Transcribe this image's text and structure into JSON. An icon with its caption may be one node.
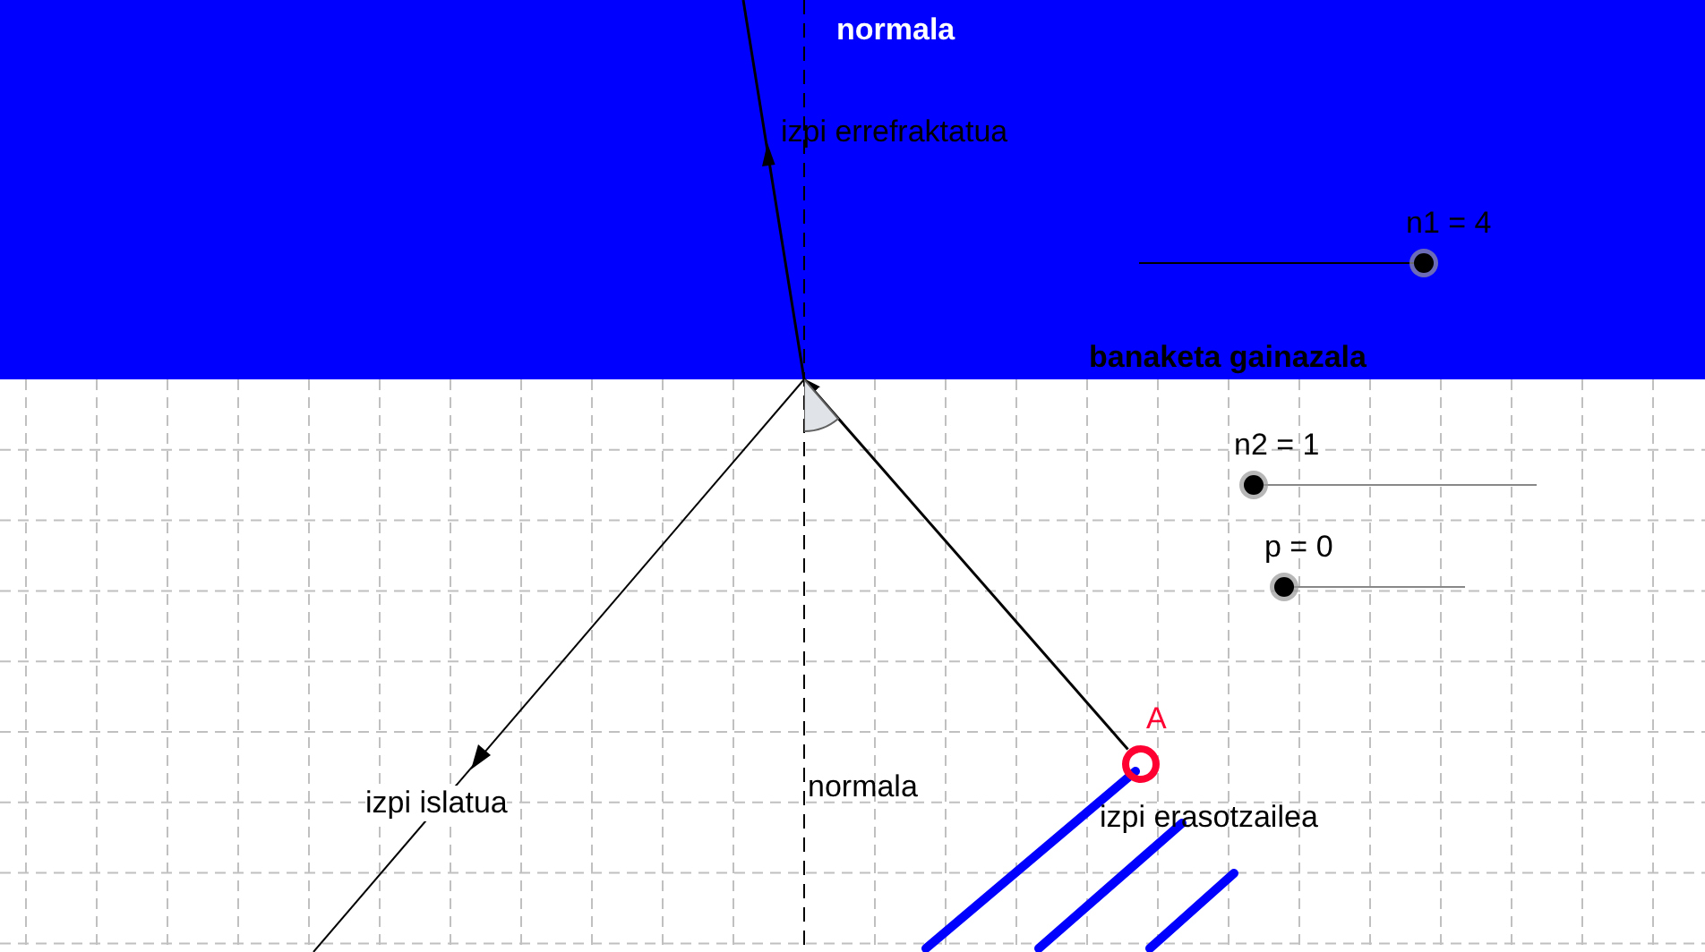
{
  "diagram": {
    "nodes": [
      {
        "text": [],
        "shape": "circle",
        "beside": [
          "A"
        ]
      },
      {
        "text": [],
        "shape": "sector"
      }
    ],
    "edges": [
      {
        "from": 0,
        "to": 1,
        "arrow": "to"
      }
    ],
    "labels": [
      "normala",
      "izpi errefraktatua",
      "n1 = 4",
      "banaketa gainazala",
      "n2 = 1",
      "p = 0",
      "izpi islatua",
      "normala",
      "izpi erasotzailea"
    ]
  }
}
